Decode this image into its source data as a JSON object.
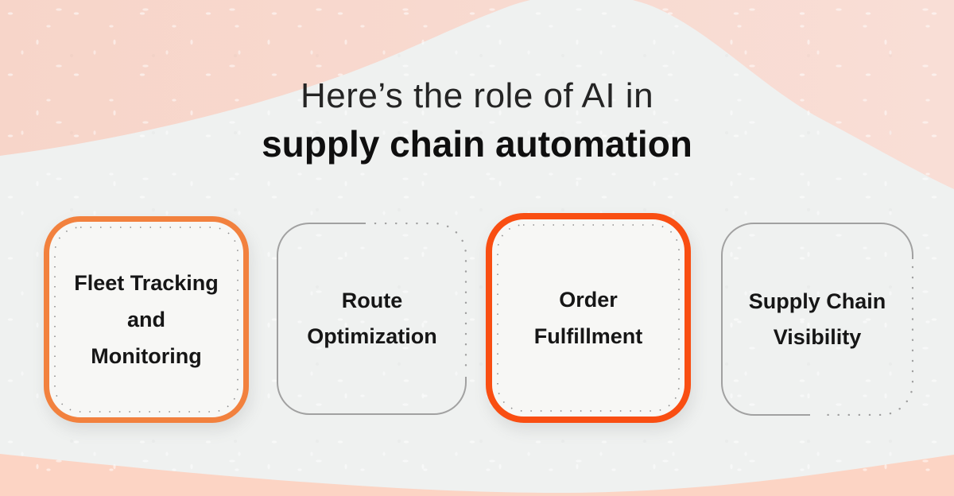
{
  "title": {
    "line1": "Here’s the role of AI in",
    "line2": "supply chain automation"
  },
  "cards": [
    {
      "id": "fleet-tracking-and-monitoring",
      "highlighted": true,
      "lines": [
        "Fleet Tracking",
        "and",
        "Monitoring"
      ]
    },
    {
      "id": "route-optimization",
      "highlighted": false,
      "lines": [
        "Route",
        "Optimization"
      ]
    },
    {
      "id": "order-fulfillment",
      "highlighted": true,
      "lines": [
        "Order",
        "Fulfillment"
      ]
    },
    {
      "id": "supply-chain-visibility",
      "highlighted": false,
      "lines": [
        "Supply Chain",
        "Visibility"
      ]
    }
  ],
  "colors": {
    "highlight_orange_light": "#F2813E",
    "highlight_orange_deep": "#F94E12",
    "muted_border_gray": "#A1A1A1",
    "inner_dots_gray": "#8F8F8F",
    "top_wave_pink_left": "#F7D5C9",
    "top_wave_pink_right": "#F9DED6",
    "bottom_wave_pink": "#FCD4C4",
    "background_gray": "#EFF1F0",
    "text_dark": "#161616"
  }
}
